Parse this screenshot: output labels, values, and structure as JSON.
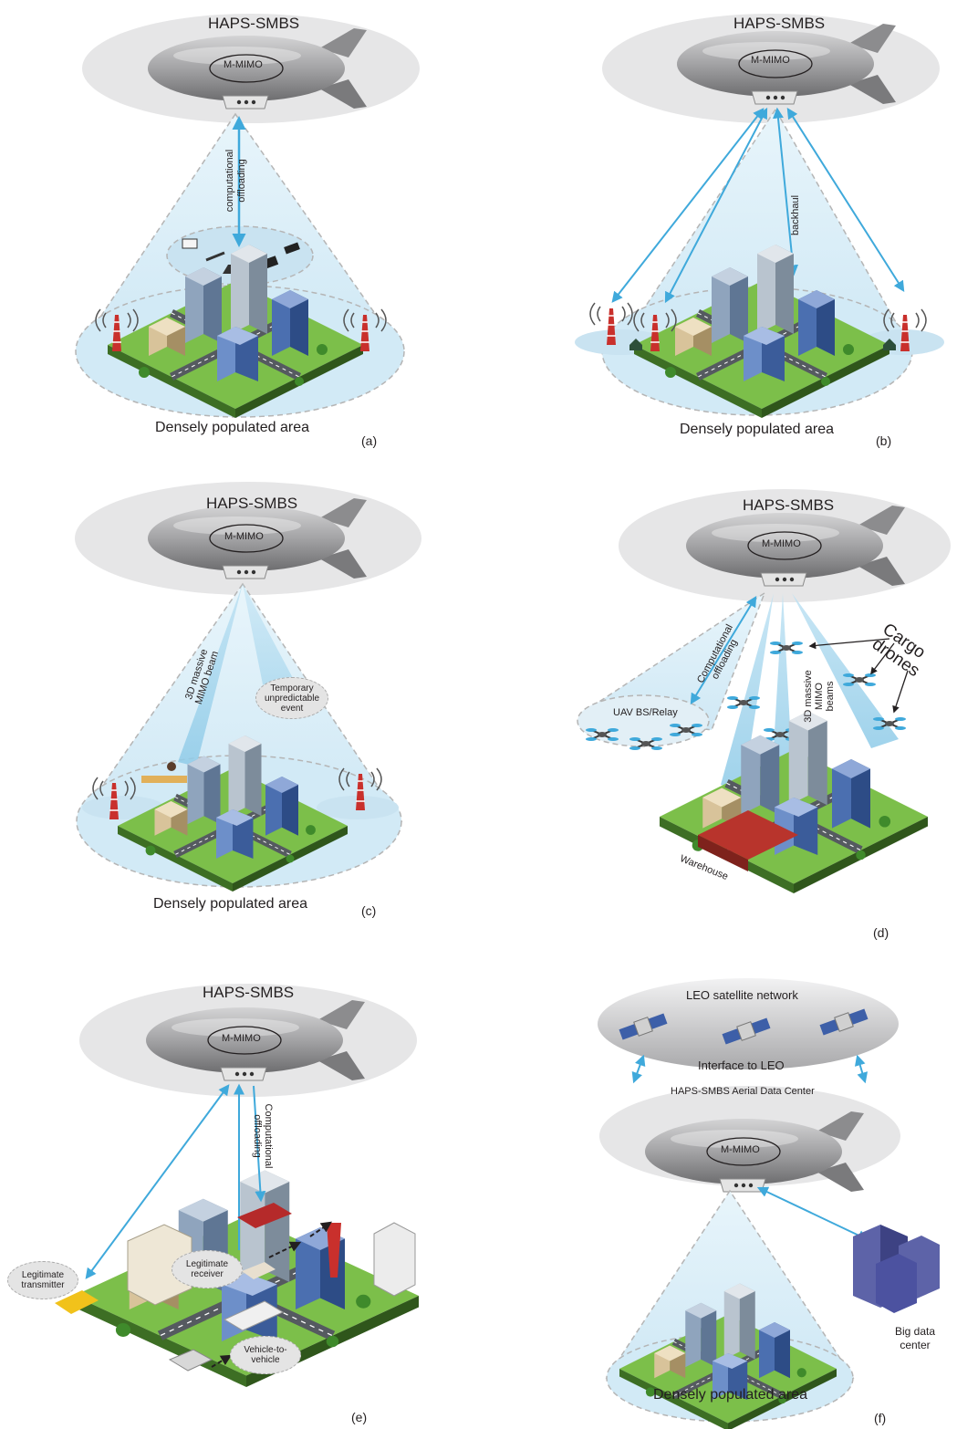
{
  "panels": {
    "a": {
      "title": "HAPS-SMBS",
      "mimo": "M-MIMO",
      "link": "computational offloading",
      "caption": "Densely populated area",
      "tag": "(a)"
    },
    "b": {
      "title": "HAPS-SMBS",
      "mimo": "M-MIMO",
      "link": "backhaul",
      "caption": "Densely populated area",
      "tag": "(b)"
    },
    "c": {
      "title": "HAPS-SMBS",
      "mimo": "M-MIMO",
      "beam": "3D massive MIMO beam",
      "event": "Temporary unpredictable event",
      "caption": "Densely populated area",
      "tag": "(c)"
    },
    "d": {
      "title": "HAPS-SMBS",
      "mimo": "M-MIMO",
      "link": "Computational offloading",
      "relay": "UAV BS/Relay",
      "beams": "3D massive MIMO beams",
      "cargo": "Cargo drones",
      "warehouse": "Warehouse",
      "tag": "(d)"
    },
    "e": {
      "title": "HAPS-SMBS",
      "mimo": "M-MIMO",
      "link": "Computational offloading",
      "transmitter": "Legitimate transmitter",
      "receiver": "Legitimate receiver",
      "v2v": "Vehicle-to-vehicle",
      "tag": "(e)"
    },
    "f": {
      "leo": "LEO satellite network",
      "interface": "Interface to LEO",
      "title": "HAPS-SMBS Aerial Data Center",
      "mimo": "M-MIMO",
      "datacenter": "Big data center",
      "caption": "Densely populated area",
      "tag": "(f)"
    }
  },
  "colors": {
    "cloud": "#e6e6e7",
    "cone": "#d9eef8",
    "arrow": "#3fa9db",
    "blimp": "#9a9a9c",
    "ground": "#7cbf4a",
    "road": "#555a60"
  }
}
